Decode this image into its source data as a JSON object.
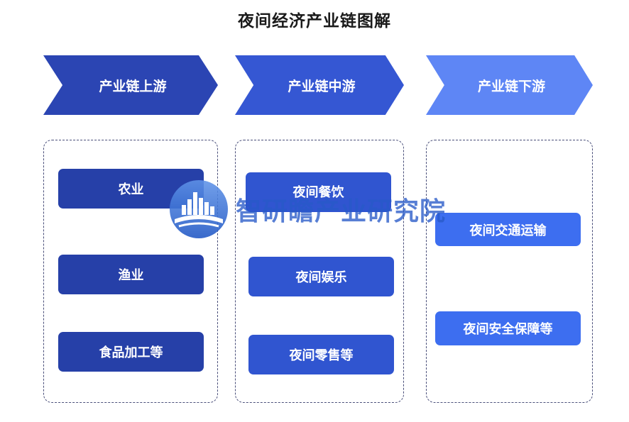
{
  "title": "夜间经济产业链图解",
  "columns": [
    {
      "header": "产业链上游",
      "items": [
        "农业",
        "渔业",
        "食品加工等"
      ]
    },
    {
      "header": "产业链中游",
      "items": [
        "夜间餐饮",
        "夜间娱乐",
        "夜间零售等"
      ]
    },
    {
      "header": "产业链下游",
      "items": [
        "夜间交通运输",
        "夜间安全保障等"
      ]
    }
  ],
  "watermark": {
    "text": "智研瞻产业研究院",
    "icon": "city-logo-icon"
  },
  "colors": {
    "upstream_header": "#2b45b3",
    "midstream_header": "#3557d3",
    "downstream_header": "#5e86f5",
    "upstream_item": "#2640a8",
    "midstream_item": "#3055d0",
    "downstream_item": "#3d6ef0"
  }
}
